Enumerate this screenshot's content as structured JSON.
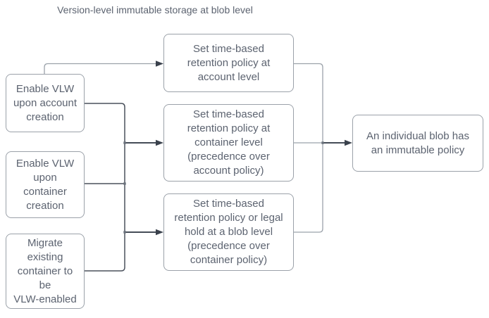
{
  "title": "Version-level immutable storage at blob level",
  "nodes": {
    "enable_vlw_account": {
      "label": "Enable VLW\nupon account\ncreation"
    },
    "enable_vlw_container": {
      "label": "Enable VLW\nupon\ncontainer\ncreation"
    },
    "migrate_existing": {
      "label": "Migrate\nexisting\ncontainer to\nbe\nVLW-enabled"
    },
    "retention_account": {
      "label": "Set time-based\nretention policy at\naccount level"
    },
    "retention_container": {
      "label": "Set time-based\nretention policy at\ncontainer level\n(precedence over\naccount policy)"
    },
    "retention_blob": {
      "label": "Set time-based\nretention policy or legal\nhold at a blob level\n(precedence over\ncontainer policy)"
    },
    "blob_immutable": {
      "label": "An individual blob has\nan immutable policy"
    }
  },
  "edges": [
    {
      "from": [
        "enable_vlw_account"
      ],
      "to": "retention_account"
    },
    {
      "from": [
        "enable_vlw_account",
        "enable_vlw_container",
        "migrate_existing"
      ],
      "to": "retention_container"
    },
    {
      "from": [
        "enable_vlw_account",
        "enable_vlw_container",
        "migrate_existing"
      ],
      "to": "retention_blob"
    },
    {
      "from": [
        "retention_account",
        "retention_container",
        "retention_blob"
      ],
      "to": "blob_immutable"
    }
  ],
  "colors": {
    "background": "#ffffff",
    "box_border": "#9BA1A9",
    "text": "#5C6370",
    "connector_dark": "#4A515C",
    "connector_light": "#9BA2AA",
    "arrowhead": "#3A414C"
  }
}
